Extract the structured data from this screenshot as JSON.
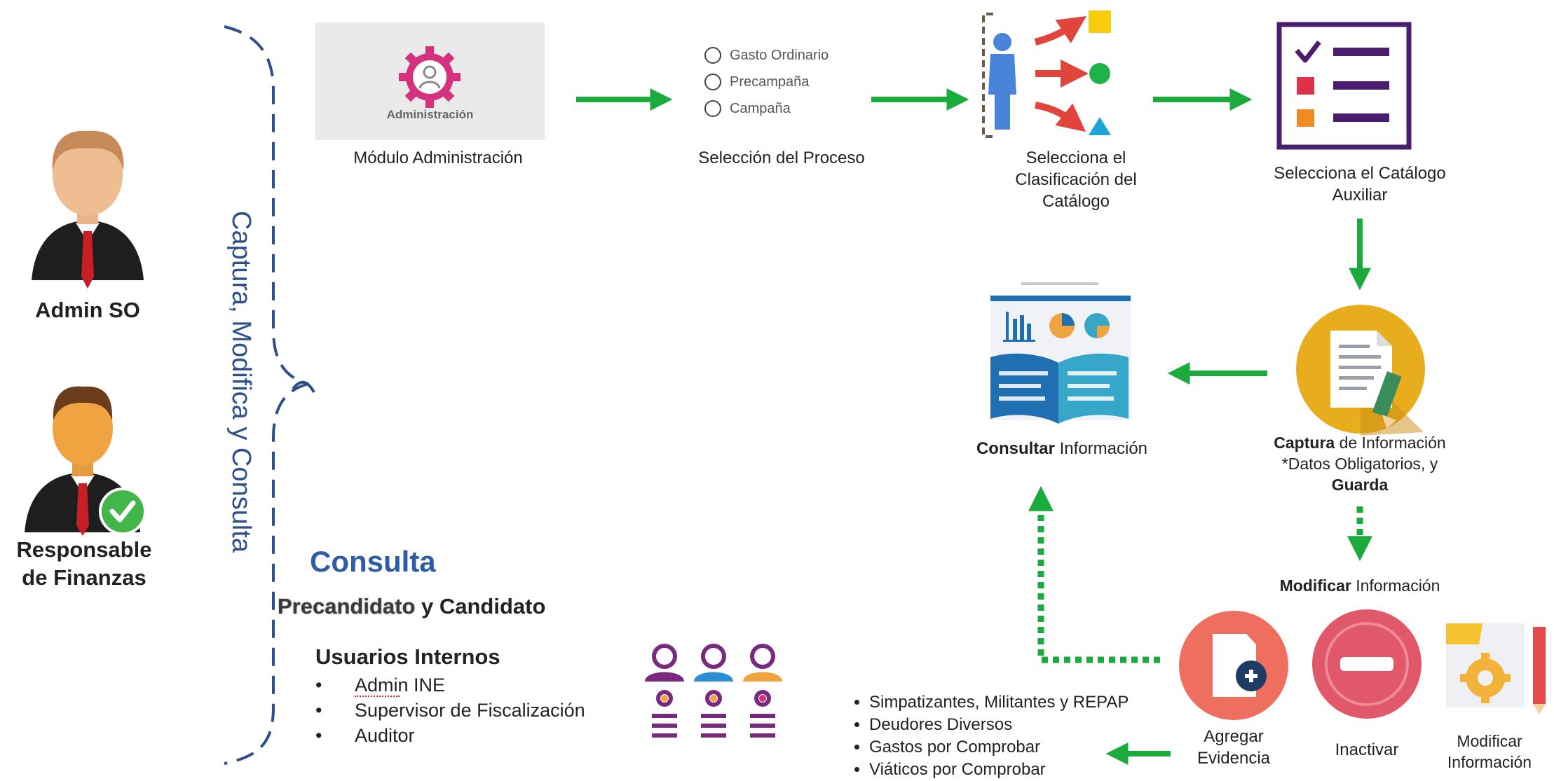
{
  "actors": {
    "admin_so": "Admin SO",
    "responsable_line1": "Responsable",
    "responsable_line2": "de Finanzas"
  },
  "bracket_label": "Captura, Modifica y Consulta",
  "modulo": {
    "box_label": "Administración",
    "caption": "Módulo Administración"
  },
  "proceso": {
    "options": [
      "Gasto Ordinario",
      "Precampaña",
      "Campaña"
    ],
    "caption": "Selección del Proceso"
  },
  "clasificacion": {
    "caption_lines": [
      "Selecciona el",
      "Clasificación del",
      "Catálogo"
    ]
  },
  "catalogo_aux": {
    "caption_lines": [
      "Selecciona el Catálogo",
      "Auxiliar"
    ]
  },
  "captura": {
    "bold1": "Captura",
    "text1": " de Información",
    "line2": "*Datos Obligatorios, y",
    "bold3": "Guarda"
  },
  "consultar": {
    "bold": "Consultar",
    "text": " Información"
  },
  "modificar": {
    "bold": "Modificar",
    "text": " Información"
  },
  "actions": {
    "agregar": [
      "Agregar",
      "Evidencia"
    ],
    "inactivar": "Inactivar",
    "modificar": [
      "Modificar",
      "Información"
    ]
  },
  "evidencia_list": [
    "Simpatizantes, Militantes y REPAP",
    "Deudores Diversos",
    "Gastos por Comprobar",
    "Viáticos por Comprobar"
  ],
  "consulta": {
    "title": "Consulta",
    "precandidato": "Precandidato",
    "y_candidato": " y Candidato",
    "usuarios_title": "Usuarios Internos",
    "usuarios": [
      "Admin INE",
      "Supervisor de Fiscalización",
      "Auditor"
    ]
  },
  "colors": {
    "arrow_green": "#1aab3c",
    "bracket_blue": "#2d4f8a",
    "consulta_blue": "#2e5da8",
    "magenta": "#d4327e",
    "catalog_purple": "#4b1d6e",
    "gold": "#e8ad1c",
    "coral": "#ee6f5d",
    "pink_red": "#e1586a"
  }
}
